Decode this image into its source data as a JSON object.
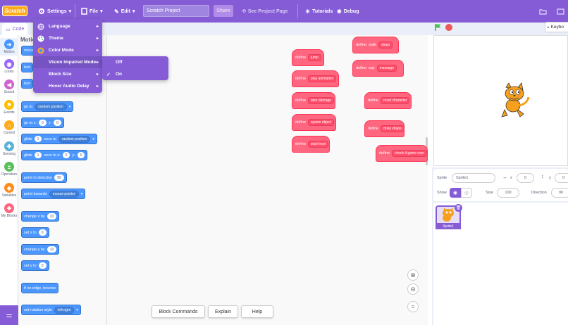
{
  "menubar": {
    "logo": "Scratch",
    "settings": "Settings",
    "file": "File",
    "edit": "Edit",
    "project_title": "Scratch Project",
    "share": "Share",
    "see_project_page": "See Project Page",
    "tutorials": "Tutorials",
    "debug": "Debug"
  },
  "settings_menu": {
    "items": [
      {
        "label": "Language",
        "icon": "globe-icon"
      },
      {
        "label": "Theme",
        "icon": "palette-icon"
      },
      {
        "label": "Color Mode",
        "icon": "color-mode-icon"
      },
      {
        "label": "Vision Impaired Mode"
      },
      {
        "label": "Block Size"
      },
      {
        "label": "Hover Audio Delay"
      }
    ],
    "submenu": {
      "off": "Off",
      "on": "On"
    }
  },
  "tabs": {
    "code": "Code",
    "keyboard": "Keybo"
  },
  "categories": [
    {
      "label": "Motion",
      "color": "#4c97ff"
    },
    {
      "label": "Looks",
      "color": "#9966ff"
    },
    {
      "label": "Sound",
      "color": "#cf63cf"
    },
    {
      "label": "Events",
      "color": "#ffbf00"
    },
    {
      "label": "Control",
      "color": "#ffab19"
    },
    {
      "label": "Sensing",
      "color": "#5cb1d6"
    },
    {
      "label": "Operators",
      "color": "#59c059"
    },
    {
      "label": "Variables",
      "color": "#ff8c1a"
    },
    {
      "label": "My Blocks",
      "color": "#ff6680"
    }
  ],
  "palette": {
    "title": "Motion",
    "b_move": "move",
    "b_turn1": "turn",
    "b_turn2": "turn",
    "goto_label": "go to",
    "goto_drop": "random position",
    "gotoxy_a": "go to x:",
    "gotoxy_x": "0",
    "gotoxy_b": "y:",
    "gotoxy_y": "0",
    "glide1_a": "glide",
    "glide1_n": "1",
    "glide1_b": "secs to",
    "glide1_drop": "random position",
    "glide2_a": "glide",
    "glide2_n": "1",
    "glide2_b": "secs to x:",
    "glide2_x": "0",
    "glide2_c": "y:",
    "glide2_y": "0",
    "point_dir": "point in direction",
    "point_dir_v": "90",
    "point_towards": "point towards",
    "point_towards_drop": "mouse-pointer",
    "changex": "change x by",
    "changex_v": "10",
    "setx": "set x to",
    "setx_v": "0",
    "changey": "change y by",
    "changey_v": "10",
    "sety": "set y to",
    "sety_v": "0",
    "bounce": "if on edge, bounce",
    "rotstyle": "set rotation style",
    "rotstyle_drop": "left-right"
  },
  "workspace": {
    "define": "define",
    "blocks": [
      {
        "name": "jump"
      },
      {
        "name": "play animation"
      },
      {
        "name": "take damage"
      },
      {
        "name": "spawn object"
      },
      {
        "name": "start level"
      },
      {
        "name": "walk",
        "arg": "steps"
      },
      {
        "name": "say",
        "arg": "message"
      },
      {
        "name": "reset character"
      },
      {
        "name": "draw shape"
      },
      {
        "name": "check if game over"
      }
    ],
    "buttons": {
      "block_commands": "Block Commands",
      "explain": "Explain",
      "help": "Help"
    }
  },
  "sprite_info": {
    "sprite_label": "Sprite",
    "sprite_name": "Sprite1",
    "x_label": "x",
    "x_value": "0",
    "y_label": "y",
    "y_value": "0",
    "show_label": "Show",
    "size_label": "Size",
    "size_value": "100",
    "direction_label": "Direction",
    "direction_value": "90"
  },
  "sprite_list": [
    {
      "name": "Sprite1"
    }
  ]
}
